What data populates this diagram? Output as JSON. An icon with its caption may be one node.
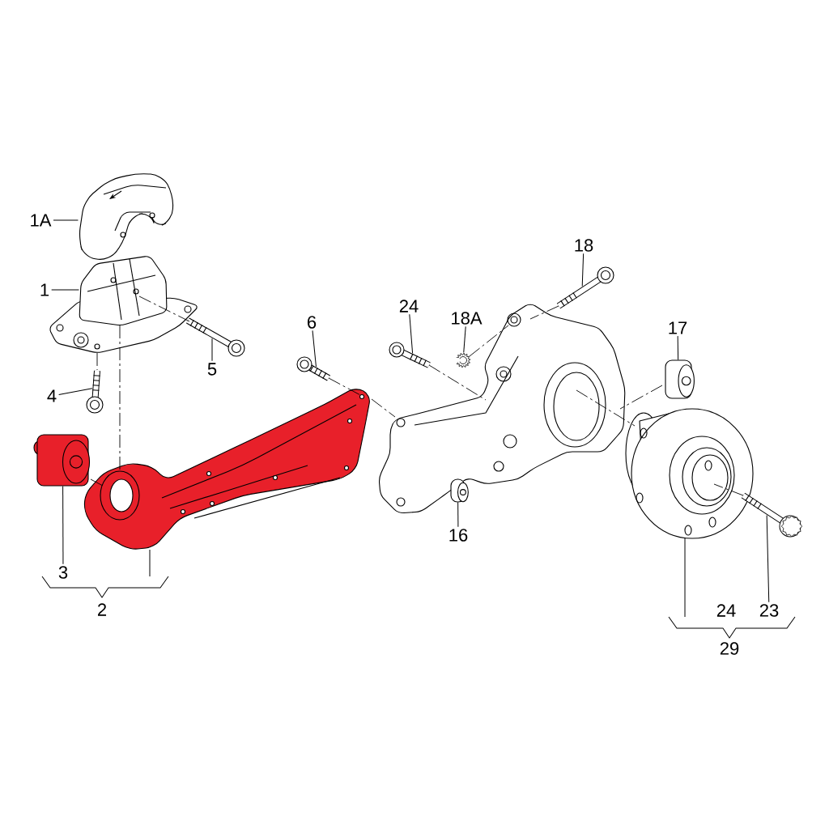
{
  "diagram": {
    "nodes": [
      {
        "text": [
          "1A"
        ]
      },
      {
        "text": [],
        "shape": "picture"
      },
      {
        "text": [
          "1"
        ]
      },
      {
        "text": [],
        "shape": "picture"
      },
      {
        "text": [
          "5"
        ]
      },
      {
        "text": [],
        "shape": "picture"
      },
      {
        "text": [
          "4"
        ]
      },
      {
        "text": [],
        "shape": "picture"
      },
      {
        "text": [
          "3"
        ]
      },
      {
        "text": [],
        "shape": "picture"
      },
      {
        "text": [],
        "shape": "picture"
      },
      {
        "text": [
          "6"
        ]
      },
      {
        "text": [],
        "shape": "picture"
      },
      {
        "text": [
          "24"
        ]
      },
      {
        "text": [],
        "shape": "picture"
      },
      {
        "text": [
          "18A"
        ]
      },
      {
        "text": [],
        "shape": "picture"
      },
      {
        "text": [
          "18"
        ]
      },
      {
        "text": [],
        "shape": "picture"
      },
      {
        "text": [
          "17"
        ]
      },
      {
        "text": [],
        "shape": "picture"
      },
      {
        "text": [
          "16"
        ]
      },
      {
        "text": [],
        "shape": "picture"
      },
      {
        "text": [],
        "shape": "picture"
      },
      {
        "text": [
          "23"
        ]
      },
      {
        "text": [],
        "shape": "picture"
      },
      {
        "text": [],
        "shape": "picture"
      },
      {
        "text": [
          "2"
        ]
      },
      {
        "text": [
          "29"
        ]
      }
    ],
    "edges": [
      {
        "from": 0,
        "to": 1,
        "arrow": "none"
      },
      {
        "from": 2,
        "to": 3,
        "arrow": "none"
      },
      {
        "from": 4,
        "to": 5,
        "arrow": "none"
      },
      {
        "from": 6,
        "to": 7,
        "arrow": "none"
      },
      {
        "from": 8,
        "to": 9,
        "arrow": "none"
      },
      {
        "from": 27,
        "to": 10,
        "arrow": "none"
      },
      {
        "from": 11,
        "to": 12,
        "arrow": "none"
      },
      {
        "from": 13,
        "to": 14,
        "arrow": "none"
      },
      {
        "from": 15,
        "to": 16,
        "arrow": "none"
      },
      {
        "from": 17,
        "to": 18,
        "arrow": "none"
      },
      {
        "from": 19,
        "to": 20,
        "arrow": "none"
      },
      {
        "from": 21,
        "to": 22,
        "arrow": "none"
      },
      {
        "from": 28,
        "to": 23,
        "arrow": "none"
      },
      {
        "from": 24,
        "to": 25,
        "arrow": "none"
      },
      {
        "from": 3,
        "to": 10,
        "arrow": "none",
        "style": "dashed"
      },
      {
        "from": 3,
        "to": 5,
        "arrow": "none",
        "style": "dashed"
      },
      {
        "from": 3,
        "to": 7,
        "arrow": "none",
        "style": "dashed"
      },
      {
        "from": 9,
        "to": 10,
        "arrow": "none",
        "style": "dashed"
      },
      {
        "from": 12,
        "to": 10,
        "arrow": "none",
        "style": "dashed"
      },
      {
        "from": 10,
        "to": 26,
        "arrow": "none",
        "style": "dashed"
      },
      {
        "from": 14,
        "to": 26,
        "arrow": "none",
        "style": "dashed"
      },
      {
        "from": 16,
        "to": 26,
        "arrow": "none",
        "style": "dashed"
      },
      {
        "from": 18,
        "to": 26,
        "arrow": "none",
        "style": "dashed"
      },
      {
        "from": 20,
        "to": 26,
        "arrow": "none",
        "style": "dashed"
      },
      {
        "from": 26,
        "to": 23,
        "arrow": "none",
        "style": "dashed"
      },
      {
        "from": 25,
        "to": 23,
        "arrow": "none",
        "style": "dashed"
      }
    ],
    "labels": [
      "24"
    ]
  }
}
